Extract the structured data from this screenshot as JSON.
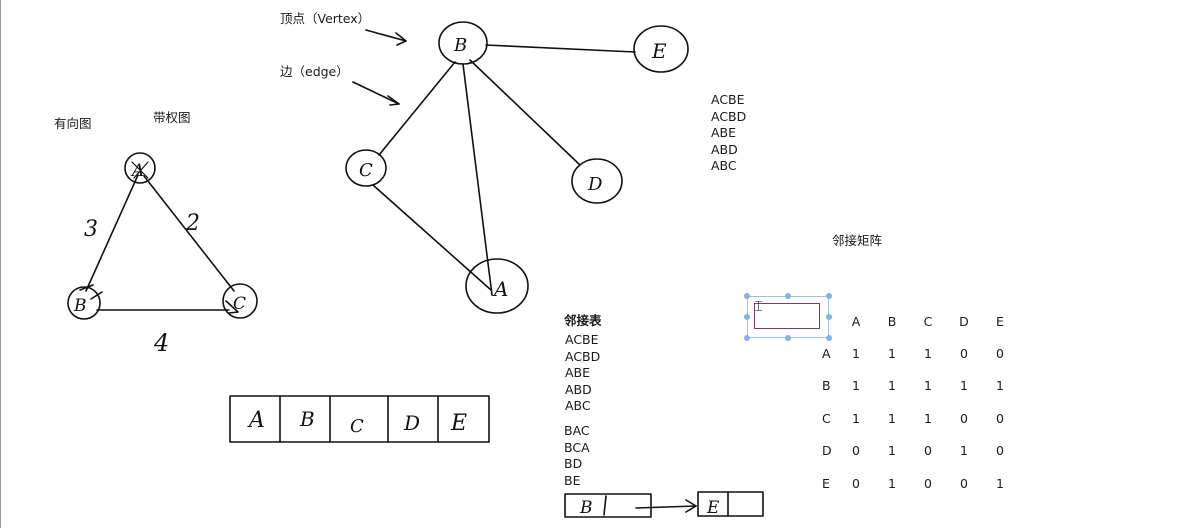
{
  "annotations": {
    "vertex": "顶点（Vertex）",
    "edge": "边（edge）",
    "directed": "有向图",
    "weighted": "带权图"
  },
  "directed_graph": {
    "nodes": [
      "A",
      "B",
      "C"
    ],
    "weights": [
      "3",
      "2",
      "4"
    ]
  },
  "main_graph": {
    "nodes": [
      "B",
      "E",
      "C",
      "D",
      "A"
    ]
  },
  "array_cells": [
    "A",
    "B",
    "C",
    "D",
    "E"
  ],
  "paths_list": [
    "ACBE",
    "ACBD",
    "ABE",
    "ABD",
    "ABC"
  ],
  "adjacency_list": {
    "title": "邻接表",
    "group_a": [
      "ACBE",
      "ACBD",
      "ABE",
      "ABD",
      "ABC"
    ],
    "group_b": [
      "BAC",
      "BCA",
      "BD",
      "BE"
    ],
    "linked_first": "B",
    "linked_second": "E"
  },
  "adjacency_matrix": {
    "title": "邻接矩阵",
    "columns": [
      "A",
      "B",
      "C",
      "D",
      "E"
    ],
    "rows": [
      {
        "label": "A",
        "values": [
          "1",
          "1",
          "1",
          "0",
          "0"
        ]
      },
      {
        "label": "B",
        "values": [
          "1",
          "1",
          "1",
          "1",
          "1"
        ]
      },
      {
        "label": "C",
        "values": [
          "1",
          "1",
          "1",
          "0",
          "0"
        ]
      },
      {
        "label": "D",
        "values": [
          "0",
          "1",
          "0",
          "1",
          "0"
        ]
      },
      {
        "label": "E",
        "values": [
          "0",
          "1",
          "0",
          "0",
          "1"
        ]
      }
    ]
  }
}
